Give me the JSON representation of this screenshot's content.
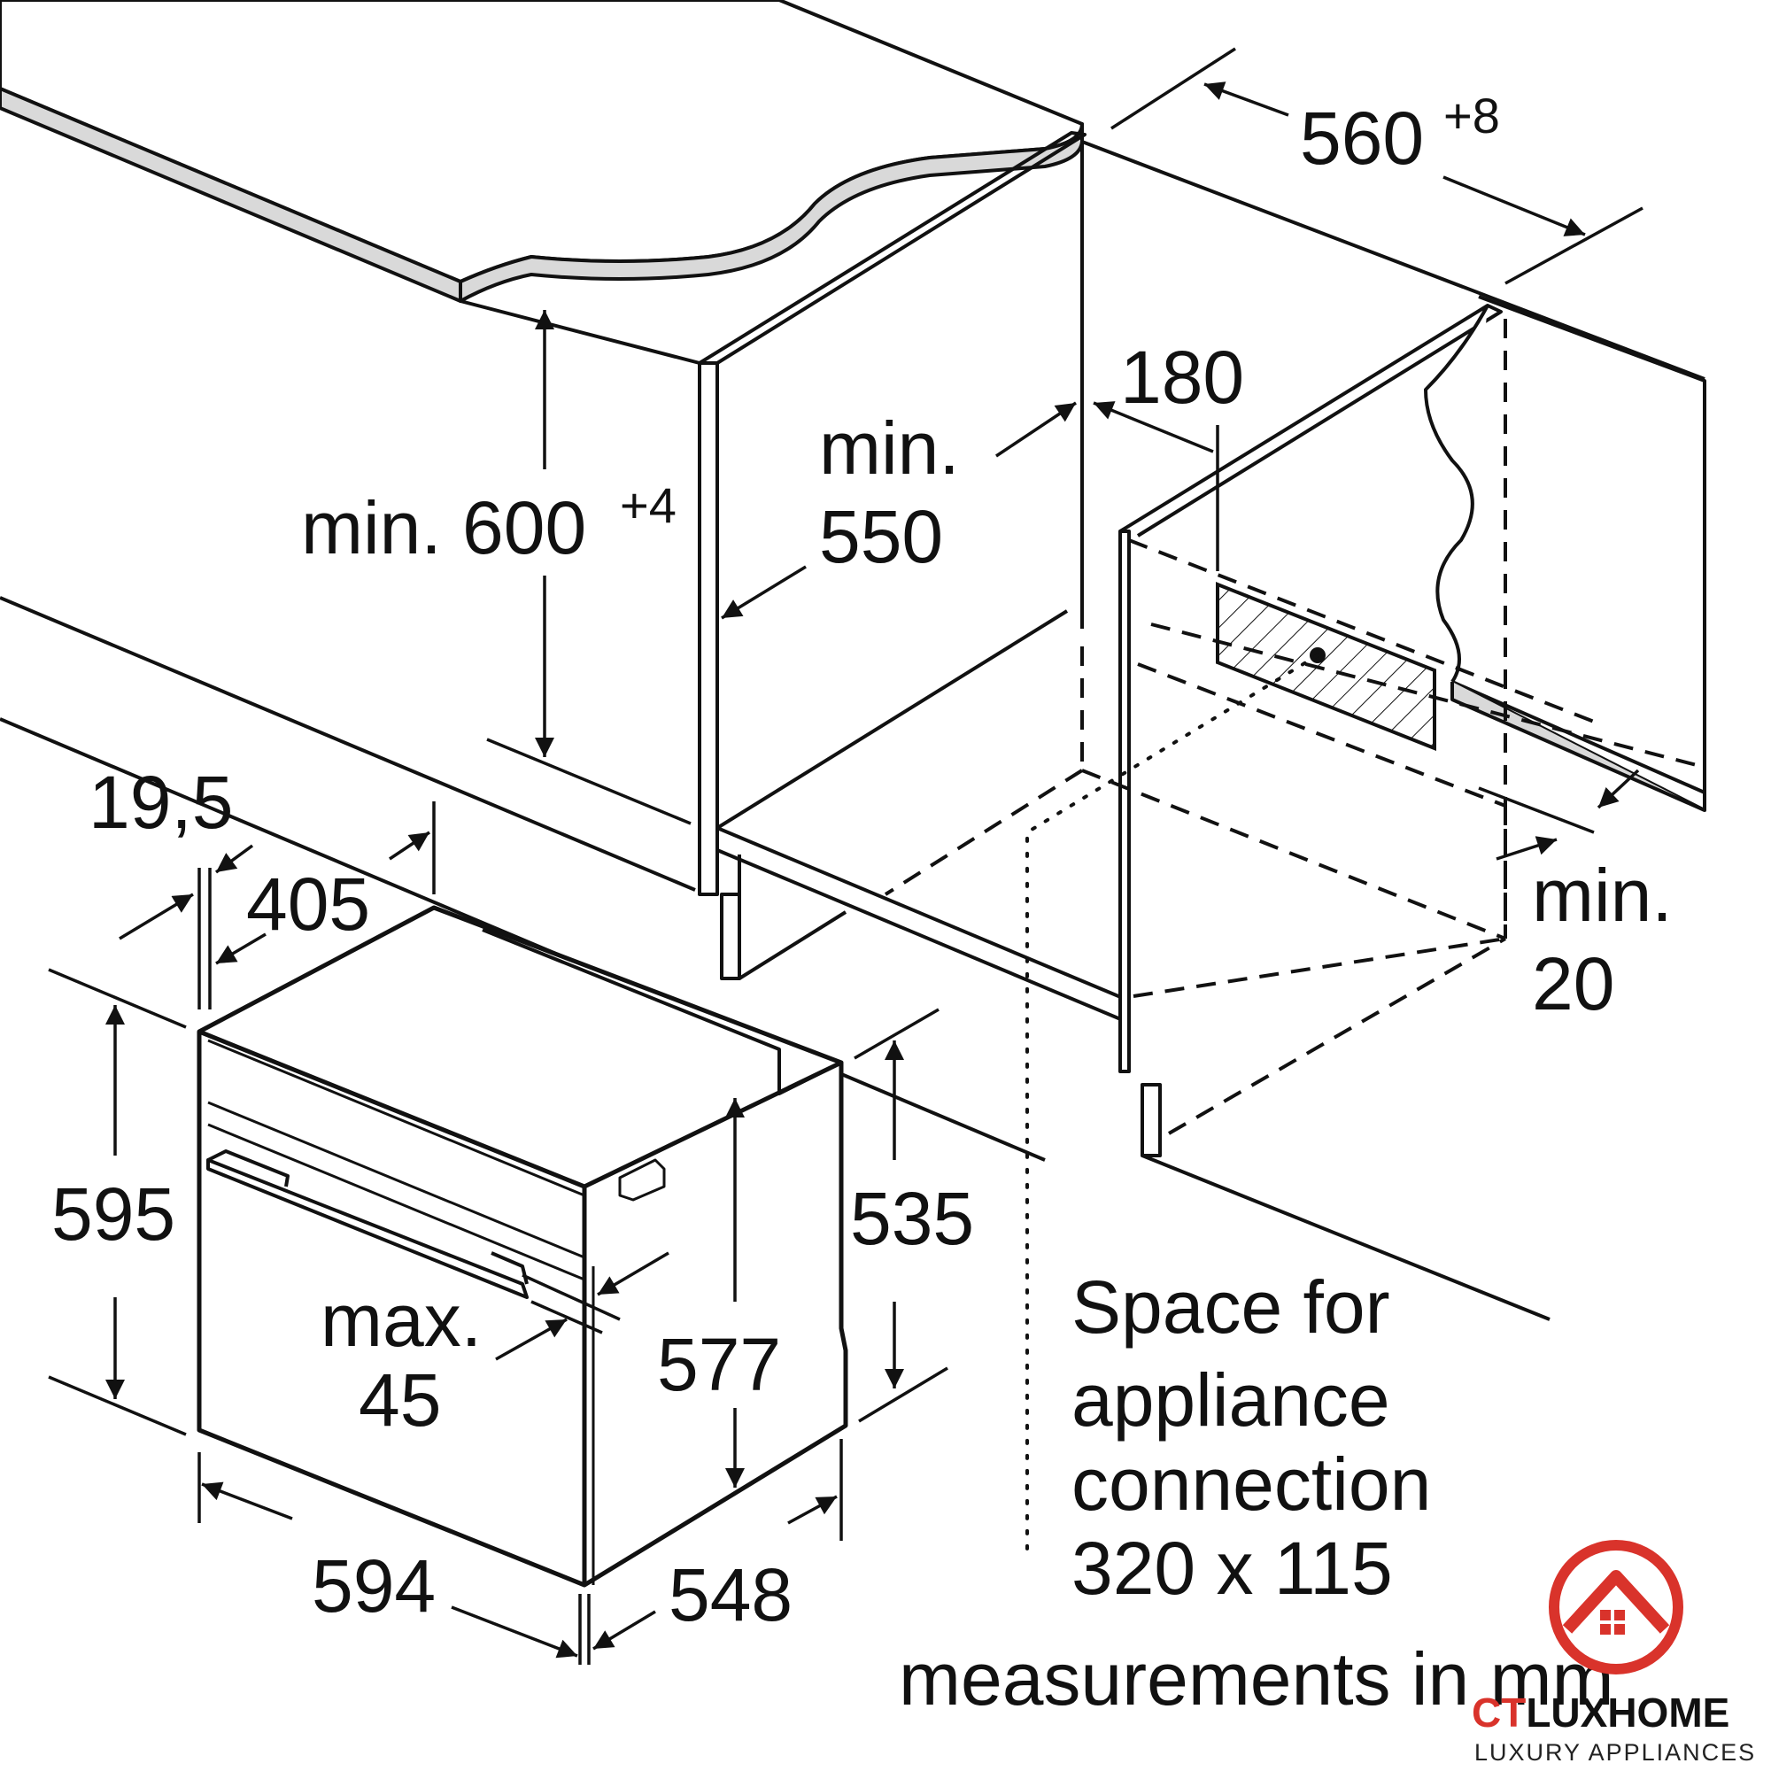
{
  "dimensions": {
    "cabinet_height": "min. 600",
    "cabinet_height_tol": "+4",
    "cabinet_width": "560",
    "cabinet_width_tol": "+8",
    "cabinet_depth_line1": "min.",
    "cabinet_depth_line2": "550",
    "connection_offset": "180",
    "rear_gap_line1": "min.",
    "rear_gap_line2": "20",
    "front_offset": "19,5",
    "front_depth": "405",
    "appliance_height": "595",
    "appliance_body_height": "535",
    "inner_height": "577",
    "door_handle_line1": "max.",
    "door_handle_line2": "45",
    "appliance_width": "594",
    "appliance_depth": "548"
  },
  "note": {
    "line1": "Space for",
    "line2": "appliance",
    "line3": "connection",
    "line4": "320 x 115"
  },
  "footer": "measurements in mm",
  "logo": {
    "name_part1": "CT",
    "name_part2": "LUXHOME",
    "tagline": "LUXURY APPLIANCES"
  },
  "colors": {
    "line": "#111111",
    "countertop": "#d9d9d9",
    "logo_red": "#d9332b"
  }
}
